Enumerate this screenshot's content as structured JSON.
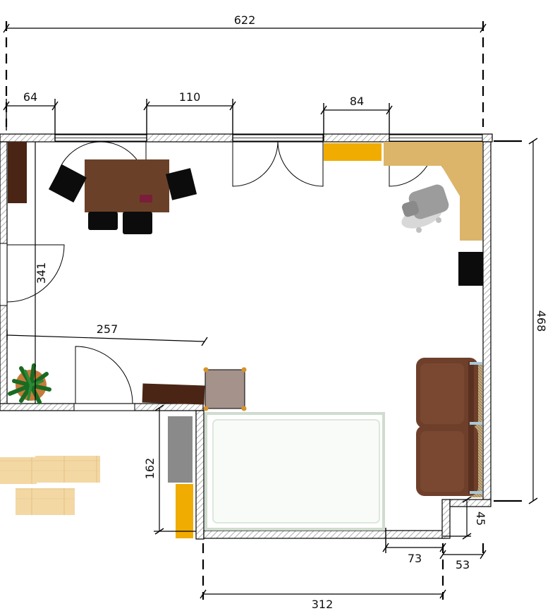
{
  "dimensions": {
    "overall_width": "622",
    "window_left": "64",
    "window_middle": "110",
    "window_right": "84",
    "overall_height": "468",
    "left_inner": "341",
    "corridor_width": "257",
    "bath_height": "162",
    "bottom_width": "312",
    "bottom_step": "73",
    "corner_width": "53",
    "corner_height": "45"
  },
  "colors": {
    "wall_hatch": "#9a9a9a",
    "table": "#6a4128",
    "chairs": "#0c0c0c",
    "desk": "#dcb56a",
    "shelf_yellow": "#f0ac00",
    "sofa": "#6e3f2a",
    "bed_frame": "#e9f2ea",
    "cabinet_grey": "#8a8a8a",
    "nightstand": "#a4928b",
    "low_cabinet": "#4a2515",
    "floor_boards": "#f3d8a4",
    "tv_box": "#0c0c0c"
  },
  "icons": {
    "plant": "potted-plant-icon",
    "office_chair": "office-chair-icon"
  }
}
